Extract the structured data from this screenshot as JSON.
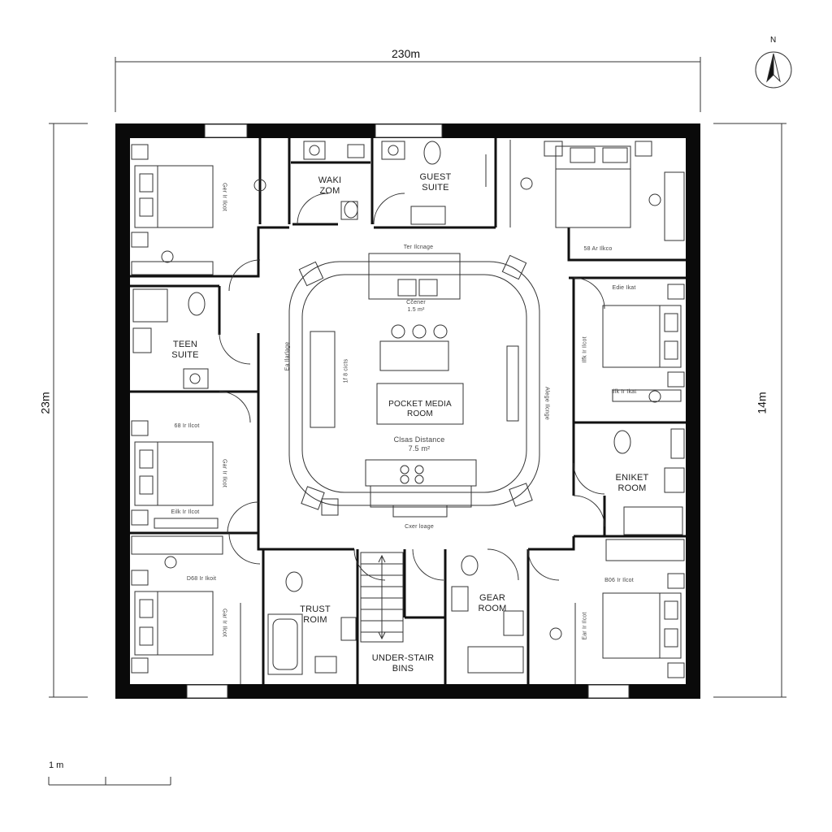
{
  "dimensions": {
    "top": "230m",
    "left": "23m",
    "right": "14m"
  },
  "north": {
    "label": "N",
    "icon": "north-arrow-icon"
  },
  "scale_bar": {
    "label": "1 m"
  },
  "rooms": {
    "walk_zone": "WAKI\nZOM",
    "guest_suite": "GUEST\nSUITE",
    "teen_suite": "TEEN\nSUITE",
    "central": "POCKET MEDIA\nROOM",
    "ensuite_room": "ENIKET\nROOM",
    "trust_room": "TRUST\nROIM",
    "under_stair": "UNDER-STAIR\nBINS",
    "gear_room": "GEAR\nROOM"
  },
  "small_labels": {
    "top_center": "Ter Ilcnage",
    "kitchen_label": "Cčener\n1.5 m²",
    "distance": "Clsas Distance\n7.5 m²",
    "bottom_center": "Cxer loage",
    "left_corridor": "Ea Ilarlage",
    "left_inner": "1f 8 cicts",
    "right_corridor": "Alege Ilcnge",
    "bed_nw_side": "Ger Ir Ilcot",
    "bed_ne_bottom": "58 Ar Ilkco",
    "bed_e1_top": "Edie Ikat",
    "bed_e1_side": "Ilfk Ir Ilcot",
    "bed_e1_bottom": "Ilfk Ir Ikat",
    "bed_w2_top": "68 Ir Ilcot",
    "bed_w2_side": "Gar Ir Ilcot",
    "bed_w2_bottom": "Eilk Ir Ilcot",
    "bed_sw_top": "D68 Ir Ikoit",
    "bed_sw_side": "Gar Ir Ilcot",
    "bed_se_top": "B06 Ir Ilcot",
    "bed_se_side": "Ear Ir Ilcot"
  },
  "colors": {
    "wall": "#0a0a0a",
    "line": "#333333",
    "fixture": "#555555"
  }
}
